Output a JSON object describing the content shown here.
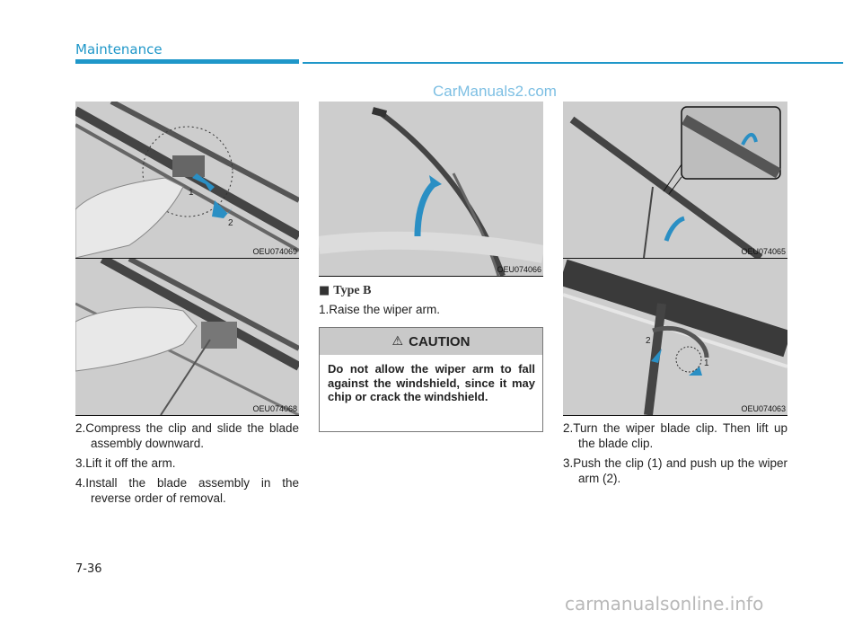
{
  "header": {
    "section_title": "Maintenance",
    "watermark": "CarManuals2.com"
  },
  "figures": {
    "fig1": {
      "code": "OEU074069",
      "callouts": [
        "1",
        "2"
      ]
    },
    "fig2": {
      "code": "OEU074068"
    },
    "fig3": {
      "code": "OEU074066"
    },
    "fig4": {
      "code": "OEU074065"
    },
    "fig5": {
      "code": "OEU074063",
      "callouts": [
        "2",
        "1"
      ]
    }
  },
  "left_column": {
    "steps": [
      "2.Compress the clip and slide the blade assembly downward.",
      "3.Lift it off the arm.",
      "4.Install the blade assembly in the reverse order of removal."
    ]
  },
  "middle_column": {
    "type_heading": "Type B",
    "step": "1.Raise the wiper arm.",
    "caution": {
      "title": "CAUTION",
      "icon": "warning-triangle-icon",
      "body": "Do not allow the wiper arm to fall against the windshield, since it may chip or crack the windshield."
    }
  },
  "right_column": {
    "steps": [
      "2.Turn the wiper blade clip. Then lift up the blade clip.",
      "3.Push the clip (1) and push up the wiper arm (2)."
    ]
  },
  "footer": {
    "page_number": "7-36",
    "watermark": "carmanualsonline.info"
  },
  "colors": {
    "accent": "#1f97c9",
    "arrow": "#2a8fc4",
    "caution_header": "#c9c9c9"
  }
}
